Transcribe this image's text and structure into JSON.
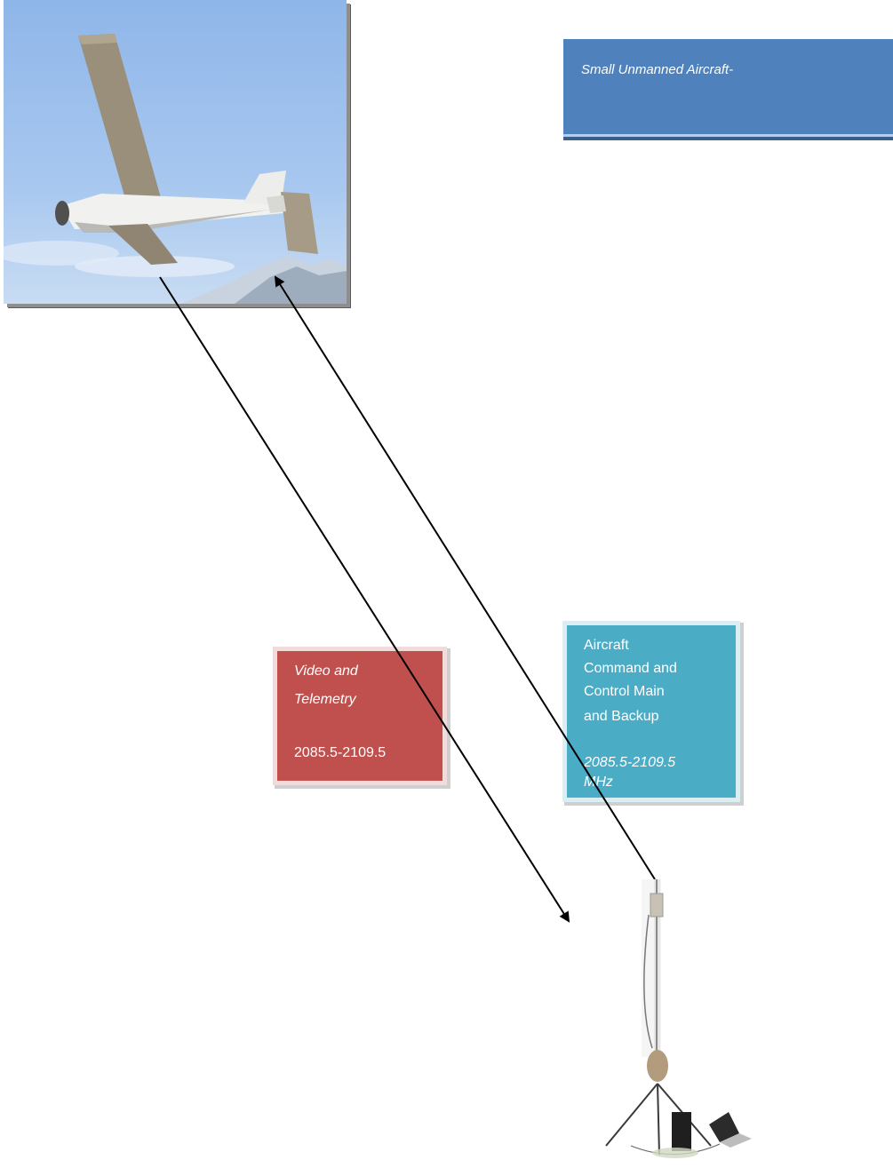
{
  "aircraft_label": "Small Unmanned Aircraft-",
  "downlink": {
    "line1": "Video and",
    "line2": "Telemetry",
    "frequency": "2085.5-2109.5"
  },
  "uplink": {
    "line1": "Aircraft",
    "line2": "Command and",
    "line3": "Control Main",
    "line4": "and Backup",
    "frequency": "2085.5-2109.5",
    "unit": "MHz"
  },
  "colors": {
    "title_box": "#4f81bd",
    "downlink_box": "#c0504d",
    "uplink_box": "#4bacc6",
    "arrow": "#000000"
  },
  "images": {
    "aircraft": "photo of small unmanned aircraft in flight",
    "ground_station": "photo of ground control station with antenna mast, tripod and laptop"
  }
}
